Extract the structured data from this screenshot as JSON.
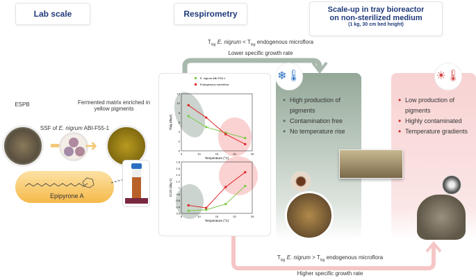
{
  "headers": {
    "lab_scale": "Lab scale",
    "respirometry": "Respirometry",
    "scale_up_title_1": "Scale-up in tray bioreactor",
    "scale_up_title_2": "on non-sterilized medium",
    "scale_up_subtitle": "(1 kg, 30 cm bed height)"
  },
  "lab": {
    "espb": "ESPB",
    "fermented": "Fermented matrix enriched in yellow pigments",
    "ssf_prefix": "SSF of ",
    "ssf_species": "E. nigrum",
    "ssf_strain": " ABI-F55-1",
    "compound": "Epipyrone A"
  },
  "top_arrow": {
    "line1_a": "T",
    "line1_sub": "lag",
    "line1_species": " E. nigrum",
    "line1_b": " < T",
    "line1_sub2": "lag",
    "line1_c": " endogenous microflora",
    "line2": "Lower specific growth rate",
    "color": "#a9b8ad"
  },
  "bottom_arrow": {
    "line1_a": "T",
    "line1_sub": "lag",
    "line1_species": " E. nigrum",
    "line1_b": " > T",
    "line1_sub2": "lag",
    "line1_c": " endogenous microflora",
    "line2": "Higher specific growth rate",
    "color": "#f6c6c6"
  },
  "cold_panel": {
    "icon": "thermometer-cold-icon",
    "color": "#94a898",
    "items": [
      "High production of pigments",
      "Contamination free",
      "No temperature rise"
    ]
  },
  "hot_panel": {
    "icon": "thermometer-hot-icon",
    "color": "#f8d2d2",
    "items": [
      "Low production of pigments",
      "Highly contaminated",
      "Temperature gradients"
    ]
  },
  "chart_data": [
    {
      "type": "line",
      "xlabel": "Temperature (°C)",
      "ylabel": "Tlag (days)",
      "xlim": [
        5,
        25
      ],
      "ylim": [
        0,
        12
      ],
      "xticks": [
        5,
        10,
        15,
        20,
        25
      ],
      "yticks": [
        0,
        2,
        4,
        6,
        8,
        10,
        12
      ],
      "series": [
        {
          "name": "E. nigrum ABI-F55-1",
          "color": "#7ac943",
          "x": [
            7,
            12,
            17.5,
            23
          ],
          "y": [
            7.3,
            5.0,
            3.8,
            2.7
          ]
        },
        {
          "name": "Endogenous microflora",
          "color": "#e02020",
          "x": [
            7,
            12,
            17.5,
            23
          ],
          "y": [
            9.6,
            7.0,
            3.5,
            1.4
          ]
        }
      ],
      "legend": "top"
    },
    {
      "type": "line",
      "xlabel": "Temperature (°C)",
      "ylabel": "rCO2 (day-1)",
      "xlim": [
        5,
        25
      ],
      "ylim": [
        0.2,
        1.8
      ],
      "xticks": [
        5,
        10,
        15,
        20,
        25
      ],
      "yticks": [
        0.2,
        0.4,
        0.6,
        0.8,
        1,
        1.2,
        1.4,
        1.6,
        1.8
      ],
      "series": [
        {
          "name": "E. nigrum ABI-F55-1",
          "color": "#7ac943",
          "x": [
            7,
            12,
            17.5,
            23
          ],
          "y": [
            0.28,
            0.31,
            0.49,
            1.05
          ]
        },
        {
          "name": "Endogenous microflora",
          "color": "#e02020",
          "x": [
            7,
            12,
            17.5,
            23
          ],
          "y": [
            0.45,
            0.37,
            1.02,
            1.48
          ]
        }
      ]
    }
  ]
}
